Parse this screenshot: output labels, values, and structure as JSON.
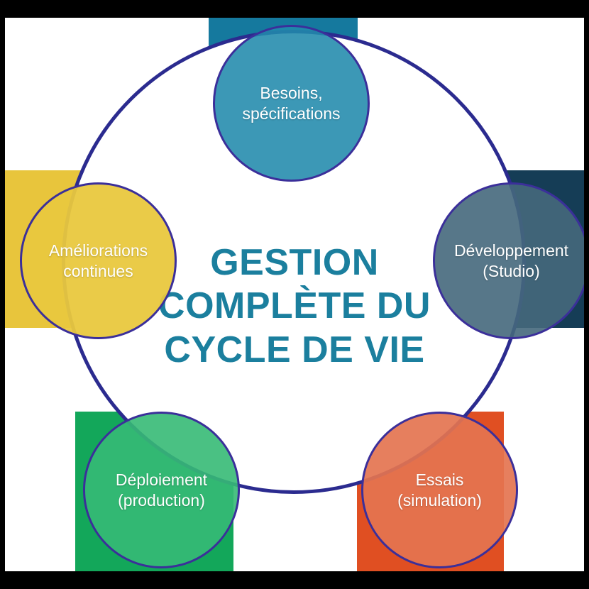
{
  "diagram": {
    "title": "GESTION COMPLÈTE DU CYCLE DE VIE",
    "title_lines": [
      "GESTION",
      "COMPLÈTE DU",
      "CYCLE DE VIE"
    ],
    "title_color": "#1b7f9e",
    "ring_color": "#2b2b8f",
    "background_color": "#ffffff",
    "frame_color": "#000000",
    "nodes": [
      {
        "id": "besoins",
        "label": "Besoins,\nspécifications",
        "label_lines": [
          "Besoins,",
          "spécifications"
        ],
        "position": "top",
        "circle_color": "#218aac",
        "square_color": "#15799e",
        "text_color": "#ffffff"
      },
      {
        "id": "developpement",
        "label": "Développement\n(Studio)",
        "label_lines": [
          "Développement",
          "(Studio)"
        ],
        "position": "right",
        "circle_color": "#45687c",
        "square_color": "#153d56",
        "text_color": "#ffffff"
      },
      {
        "id": "essais",
        "label": "Essais\n(simulation)",
        "label_lines": [
          "Essais",
          "(simulation)"
        ],
        "position": "bottom-right",
        "circle_color": "#e47450",
        "square_color": "#e04f22",
        "text_color": "#ffffff"
      },
      {
        "id": "deploiement",
        "label": "Déploiement\n(production)",
        "label_lines": [
          "Déploiement",
          "(production)"
        ],
        "position": "bottom-left",
        "circle_color": "#36ba76",
        "square_color": "#13a75a",
        "text_color": "#ffffff"
      },
      {
        "id": "ameliorations",
        "label": "Améliorations\ncontinues",
        "label_lines": [
          "Améliorations",
          "continues"
        ],
        "position": "left",
        "circle_color": "#e9c83e",
        "square_color": "#e8c53c",
        "text_color": "#ffffff"
      }
    ]
  }
}
